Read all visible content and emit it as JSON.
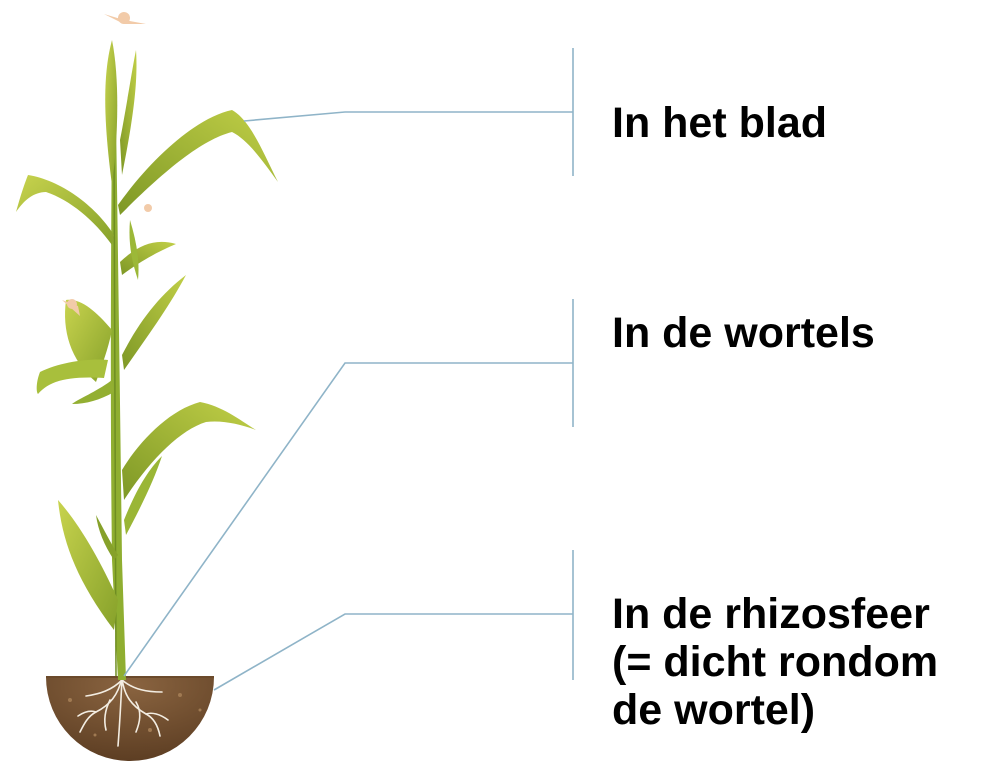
{
  "labels": {
    "leaf": "In het blad",
    "roots": "In de wortels",
    "rhizosphere": [
      "In de rhizosfeer",
      "(= dicht rondom",
      "de wortel)"
    ]
  },
  "colors": {
    "leader_line": "#8fb4c8",
    "leaf_light": "#b9c942",
    "leaf_dark": "#7f9a26",
    "stem": "#8daa2f",
    "soil": "#7a5634",
    "soil_dark": "#5b3c22",
    "root": "#f2ece0",
    "tassel": "#f1c9a8"
  },
  "icons": {
    "plant": "maize-plant-illustration",
    "soil": "soil-pot-half-circle"
  }
}
